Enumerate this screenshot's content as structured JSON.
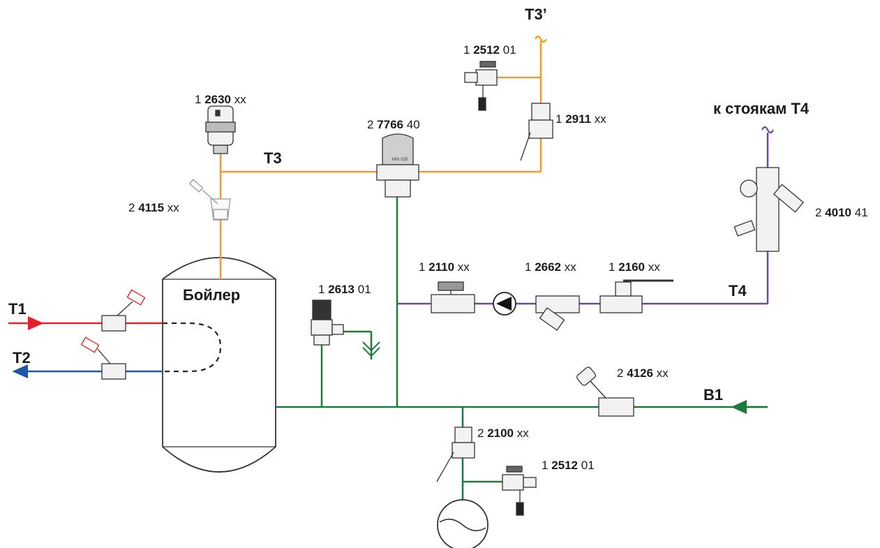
{
  "colors": {
    "hot_supply": "#e2222b",
    "hot_return": "#1f57a8",
    "dhw": "#f39a2b",
    "circulation": "#6a4aa0",
    "cold_water": "#1e7a3a",
    "outline": "#333333"
  },
  "line_labels": {
    "t1": "T1",
    "t2": "T2",
    "t3": "T3",
    "t3_prime": "T3’",
    "t4": "T4",
    "to_risers": "к стоякам T4",
    "b1": "B1",
    "boiler": "Бойлер"
  },
  "components": [
    {
      "id": "c2630",
      "pre": "1 ",
      "code": "2630",
      "post": " xx",
      "icon": "air-vent-icon"
    },
    {
      "id": "c4115",
      "pre": "2 ",
      "code": "4115",
      "post": " xx",
      "icon": "angle-valve-icon"
    },
    {
      "id": "c7766",
      "pre": "2 ",
      "code": "7766",
      "post": " 40",
      "icon": "thermostatic-mixing-valve-icon"
    },
    {
      "id": "c2512a",
      "pre": "1 ",
      "code": "2512",
      "post": " 01",
      "icon": "drain-ball-valve-icon"
    },
    {
      "id": "c2911",
      "pre": "1 ",
      "code": "2911",
      "post": " xx",
      "icon": "ball-valve-icon"
    },
    {
      "id": "c4010",
      "pre": "2 ",
      "code": "4010",
      "post": " 41",
      "icon": "safety-group-icon"
    },
    {
      "id": "c2110",
      "pre": "1 ",
      "code": "2110",
      "post": " xx",
      "icon": "butterfly-ball-valve-icon"
    },
    {
      "id": "c2662",
      "pre": "1 ",
      "code": "2662",
      "post": " xx",
      "icon": "y-strainer-icon"
    },
    {
      "id": "c2160",
      "pre": "1 ",
      "code": "2160",
      "post": " xx",
      "icon": "lever-ball-valve-icon"
    },
    {
      "id": "c2613",
      "pre": "1 ",
      "code": "2613",
      "post": " 01",
      "icon": "safety-valve-icon"
    },
    {
      "id": "c4126",
      "pre": "2 ",
      "code": "4126",
      "post": " xx",
      "icon": "check-valve-icon"
    },
    {
      "id": "c2100",
      "pre": "2 ",
      "code": "2100",
      "post": " xx",
      "icon": "ball-valve-icon"
    },
    {
      "id": "c2512b",
      "pre": "1 ",
      "code": "2512",
      "post": " 01",
      "icon": "drain-ball-valve-icon"
    }
  ]
}
